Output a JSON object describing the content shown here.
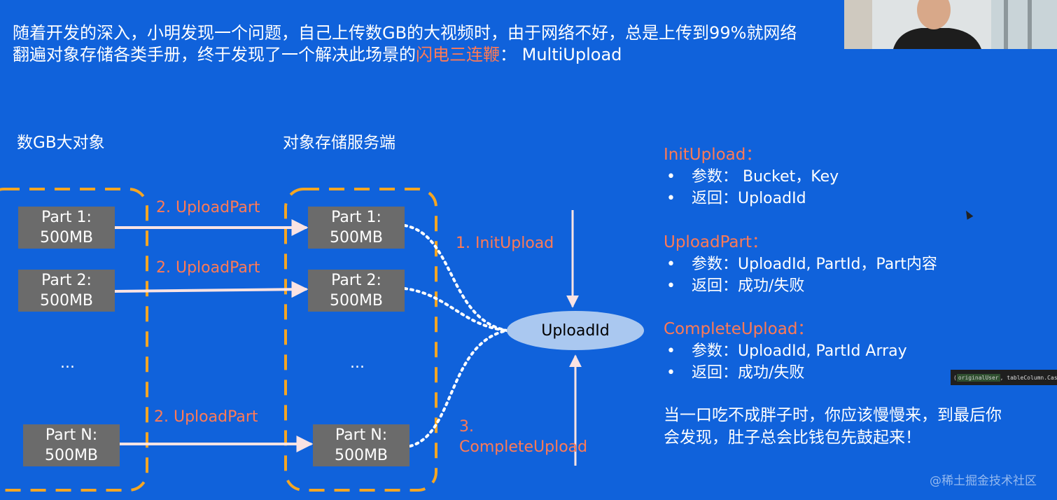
{
  "intro": {
    "line1": "随着开发的深入，小明发现一个问题，自己上传数GB的大视频时，由于网络不好，总是上传到99%就网络",
    "line2_prefix": "翻遍对象存储各类手册，终于发现了一个解决此场景的",
    "line2_highlight": "闪电三连鞭",
    "line2_suffix": "： MultiUpload"
  },
  "diagram": {
    "left_heading": "数GB大对象",
    "right_heading": "对象存储服务端",
    "left_parts": [
      {
        "name": "Part 1:",
        "size": "500MB"
      },
      {
        "name": "Part 2:",
        "size": "500MB"
      },
      {
        "name": "Part N:",
        "size": "500MB"
      }
    ],
    "right_parts": [
      {
        "name": "Part 1:",
        "size": "500MB"
      },
      {
        "name": "Part 2:",
        "size": "500MB"
      },
      {
        "name": "Part N:",
        "size": "500MB"
      }
    ],
    "ellipsis": "...",
    "upload_part_label": "2. UploadPart",
    "init_upload_label": "1. InitUpload",
    "complete_upload_num": "3.",
    "complete_upload_label": "CompleteUpload",
    "upload_id": "UploadId"
  },
  "api": {
    "init": {
      "title": "InitUpload：",
      "param": "参数： Bucket，Key",
      "ret": "返回：UploadId"
    },
    "part": {
      "title": "UploadPart：",
      "param": "参数：UploadId, PartId，Part内容",
      "ret": "返回：成功/失败"
    },
    "complete": {
      "title": "CompleteUpload：",
      "param": "参数：UploadId, PartId Array",
      "ret": "返回：成功/失败"
    },
    "bullet": "•"
  },
  "summary": {
    "line1": "当一口吃不成胖子时，你应该慢慢来，到最后你",
    "line2": "会发现，肚子总会比钱包先鼓起来！"
  },
  "overlay": {
    "code_key": "originalUser",
    "code_rest": ", tableColumn.Cas",
    "watermark": "@稀土掘金技术社区"
  },
  "colors": {
    "background": "#1062db",
    "accent": "#ff7a55",
    "frame": "#f5a623",
    "box": "#6b6b6b",
    "ellipse": "#aac8f0"
  }
}
